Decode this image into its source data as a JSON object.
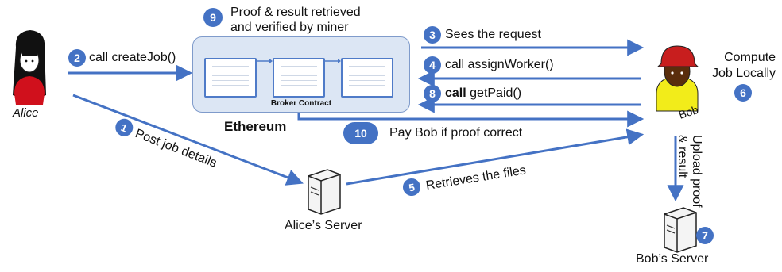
{
  "colors": {
    "arrow": "#4472c4",
    "badge": "#4472c4",
    "contract_box": "#dce6f4",
    "alice_hair": "#111111",
    "alice_dress": "#d0101c",
    "bob_hat": "#c81e1e",
    "bob_shirt": "#f2ec1a",
    "bob_face": "#5a2d0c"
  },
  "actors": {
    "alice": "Alice",
    "bob": "Bob"
  },
  "servers": {
    "alice": "Alice’s Server",
    "bob": "Bob’s Server"
  },
  "contract": {
    "platform": "Ethereum",
    "name": "Broker Contract"
  },
  "steps": [
    {
      "num": "1",
      "text": "Post job details"
    },
    {
      "num": "2",
      "text": "call createJob()"
    },
    {
      "num": "3",
      "text": "Sees the request"
    },
    {
      "num": "4",
      "text": "call assignWorker()"
    },
    {
      "num": "5",
      "text": "Retrieves the files"
    },
    {
      "num": "6",
      "text": "Compute\nJob Locally"
    },
    {
      "num": "7",
      "text": "Upload proof\n& result"
    },
    {
      "num": "8",
      "text_bold": "call",
      "text": "getPaid()"
    },
    {
      "num": "9",
      "text": "Proof & result retrieved\nand verified by miner"
    },
    {
      "num": "10",
      "text": "Pay Bob",
      "text2": "if proof correct"
    }
  ]
}
